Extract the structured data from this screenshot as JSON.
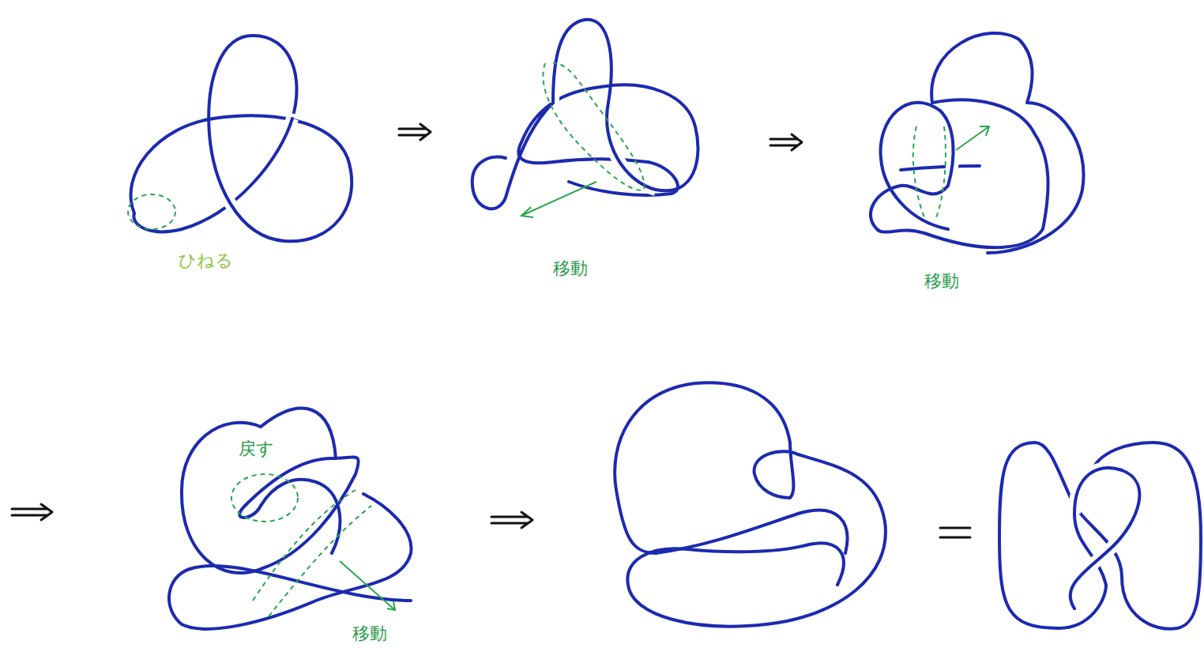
{
  "diagram": {
    "labels": [
      "ひねる",
      "移動",
      "移動",
      "戻す",
      "移動"
    ]
  }
}
